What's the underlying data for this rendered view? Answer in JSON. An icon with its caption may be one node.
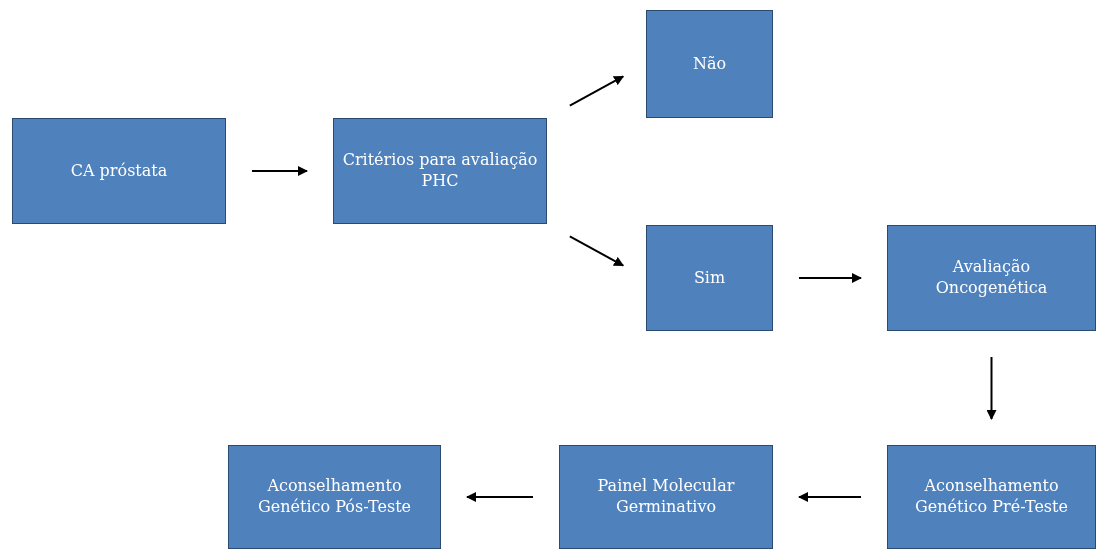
{
  "diagram": {
    "nodes": [
      {
        "text": [
          "CA próstata"
        ]
      },
      {
        "text": [
          "Critérios para avaliação PHC"
        ]
      },
      {
        "text": [
          "Não"
        ]
      },
      {
        "text": [
          "Sim"
        ]
      },
      {
        "text": [
          "Avaliação Oncogenética"
        ]
      },
      {
        "text": [
          "Aconselhamento Genético Pré-Teste"
        ]
      },
      {
        "text": [
          "Painel Molecular Germinativo"
        ]
      },
      {
        "text": [
          "Aconselhamento Genético Pós-Teste"
        ]
      }
    ],
    "edges": [
      {
        "from": 0,
        "to": 1,
        "arrow": "to"
      },
      {
        "from": 1,
        "to": 2,
        "arrow": "to"
      },
      {
        "from": 1,
        "to": 3,
        "arrow": "to"
      },
      {
        "from": 3,
        "to": 4,
        "arrow": "to"
      },
      {
        "from": 4,
        "to": 5,
        "arrow": "to"
      },
      {
        "from": 5,
        "to": 6,
        "arrow": "to"
      },
      {
        "from": 6,
        "to": 7,
        "arrow": "to"
      }
    ]
  }
}
